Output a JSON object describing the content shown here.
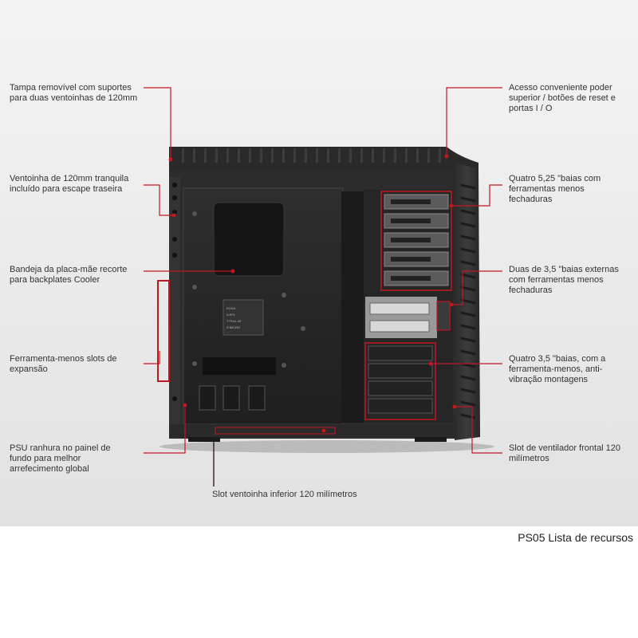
{
  "labels": {
    "top_cover": "Tampa removível com suportes para duas ventoinhas de 120mm",
    "rear_fan": "Ventoinha de 120mm tranquila incluído para escape traseira",
    "mobo_tray": "Bandeja da placa-mãe recorte para backplates Cooler",
    "expansion_slots": "Ferramenta-menos slots de expansão",
    "psu_slot": "PSU ranhura no painel de fundo para melhor arrefecimento global",
    "bottom_fan": "Slot ventoinha inferior 120 milímetros",
    "top_io": "Acesso conveniente poder superior / botões de reset e portas I / O",
    "bays_525": "Quatro 5,25 \"baias com ferramentas menos fechaduras",
    "bays_35_ext": "Duas de 3,5 \"baias externas com ferramentas menos fechaduras",
    "bays_35_int": "Quatro 3,5 \"baias, com a ferramenta-menos, anti-vibração montagens",
    "front_fan": "Slot de ventilador frontal 120 milímetros"
  },
  "caption": "PS05 Lista de recursos",
  "colors": {
    "accent": "#c0181e",
    "case_dark": "#2a2a2a",
    "case_mid": "#3a3a3a"
  }
}
